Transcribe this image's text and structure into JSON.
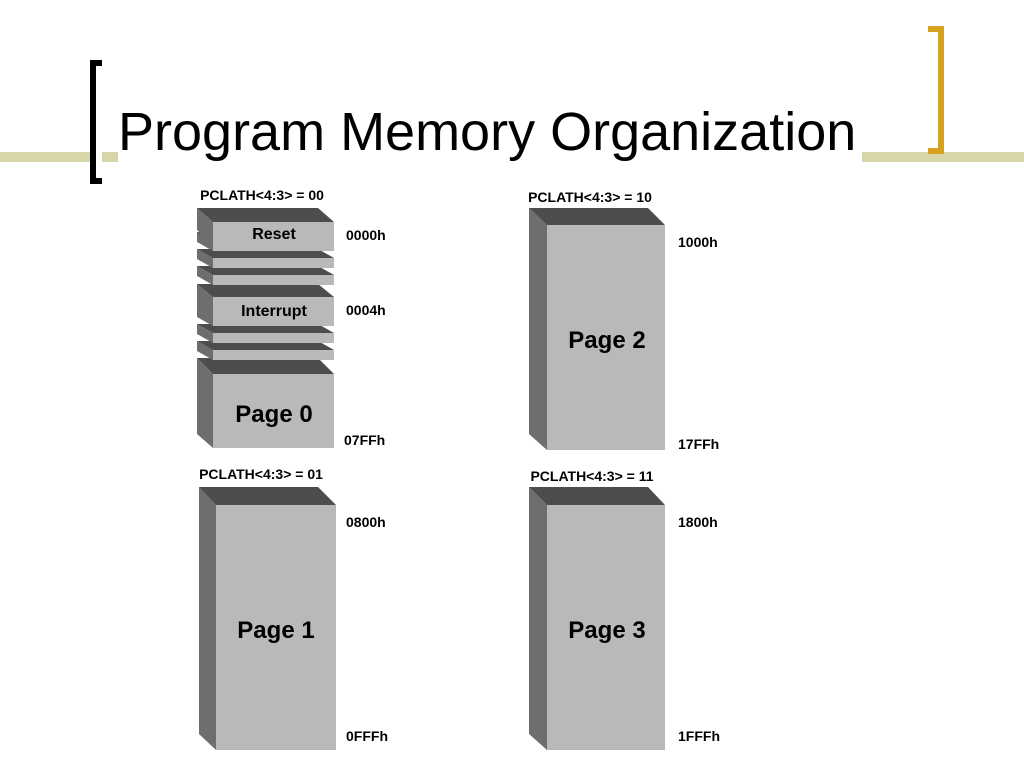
{
  "title": "Program Memory Organization",
  "pages": [
    {
      "pclath": "PCLATH<4:3> = 00",
      "name": "Page 0",
      "start": "0000h",
      "end": "07FFh",
      "reset_label": "Reset",
      "reset_address": "0000h",
      "interrupt_label": "Interrupt",
      "interrupt_address": "0004h"
    },
    {
      "pclath": "PCLATH<4:3> = 10",
      "name": "Page 2",
      "start": "1000h",
      "end": "17FFh"
    },
    {
      "pclath": "PCLATH<4:3> = 01",
      "name": "Page 1",
      "start": "0800h",
      "end": "0FFFh"
    },
    {
      "pclath": "PCLATH<4:3> = 11",
      "name": "Page 3",
      "start": "1800h",
      "end": "1FFFh"
    }
  ],
  "colors": {
    "block_front": "#b9b9b9",
    "block_side": "#6e6e6e",
    "block_top": "#4d4d4d",
    "bracket_left": "#000000",
    "bracket_right": "#d4a21c",
    "title_bar": "#d6d6a8"
  }
}
